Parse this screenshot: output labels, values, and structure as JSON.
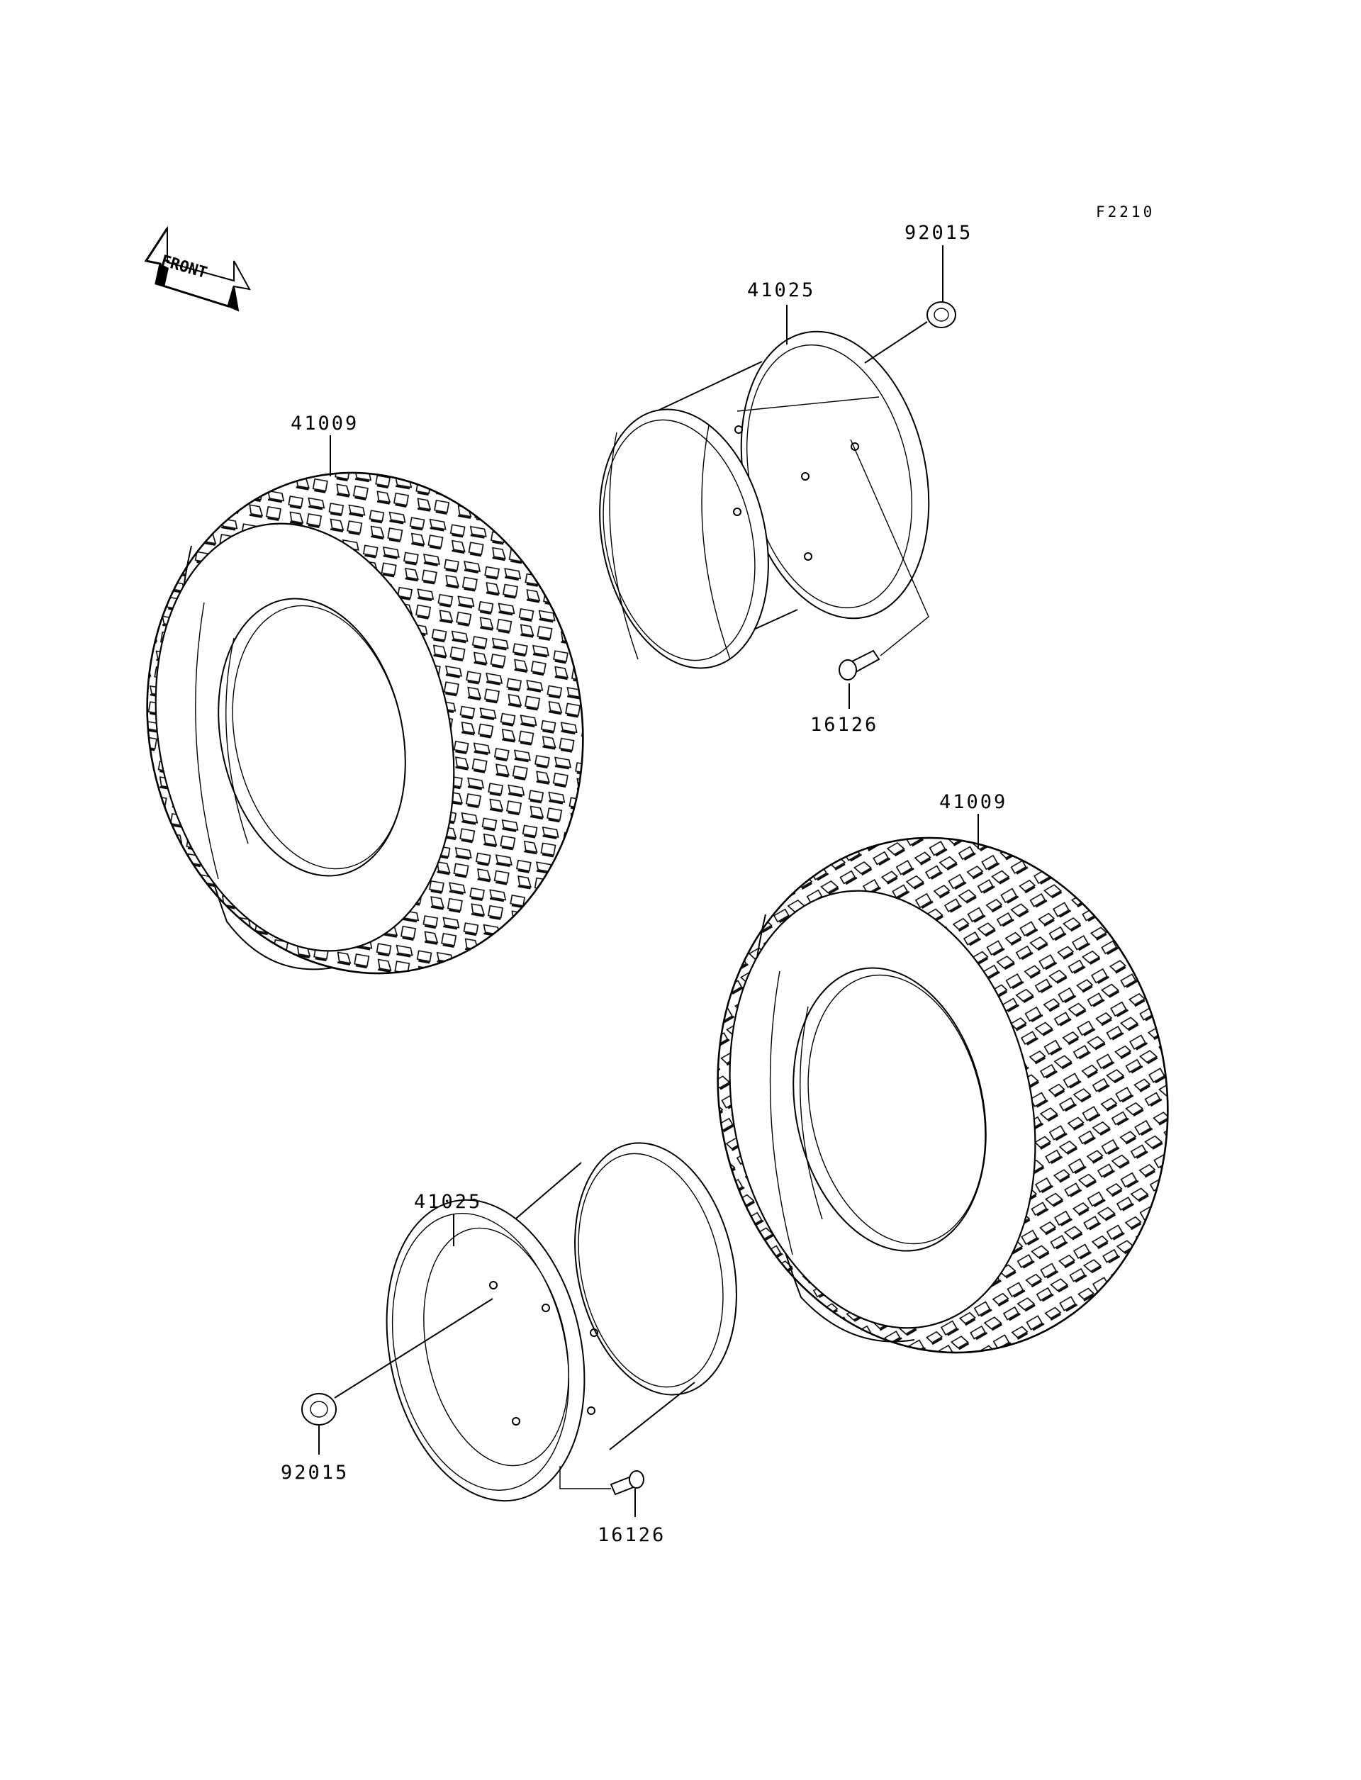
{
  "figure_code": "F2210",
  "front_marker": "FRONT",
  "parts": {
    "tire_upper": "41009",
    "tire_lower": "41009",
    "wheel_upper": "41025",
    "wheel_lower": "41025",
    "nut_upper": "92015",
    "nut_lower": "92015",
    "valve_upper": "16126",
    "valve_lower": "16126"
  }
}
